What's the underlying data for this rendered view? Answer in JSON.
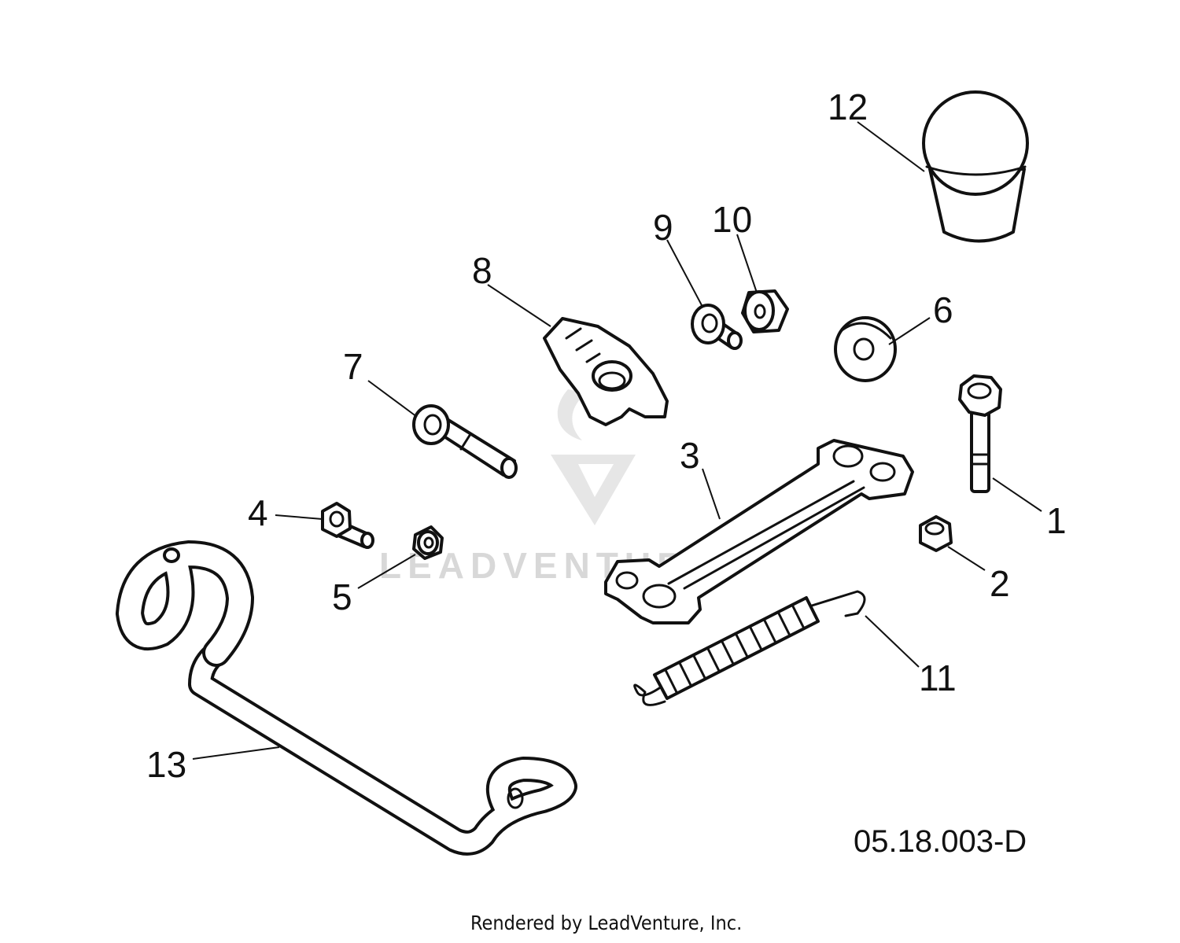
{
  "diagram": {
    "drawing_code": "05.18.003-D",
    "credit": "Rendered by LeadVenture, Inc.",
    "watermark": "LEADVENTURE",
    "callouts": [
      "1",
      "2",
      "3",
      "4",
      "5",
      "6",
      "7",
      "8",
      "9",
      "10",
      "11",
      "12",
      "13"
    ]
  }
}
